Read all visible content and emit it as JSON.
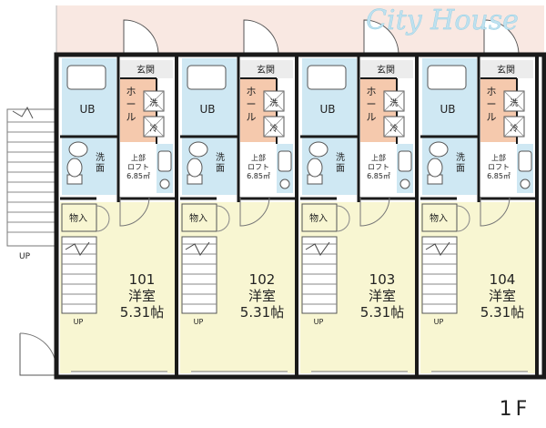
{
  "brand": {
    "watermark": "City House"
  },
  "floor_label": "1F",
  "outside_stair": {
    "label": "UP"
  },
  "units": [
    {
      "number": "101",
      "room_type": "洋室",
      "room_area": "5.31帖",
      "bath": "UB",
      "entrance": "玄関",
      "hall": "ホール",
      "washroom": "洗面",
      "laundry": "洗",
      "fridge": "冷",
      "loft_label": "上部\nロフト",
      "loft_area": "6.85㎡",
      "closet": "物入",
      "stair_label": "UP"
    },
    {
      "number": "102",
      "room_type": "洋室",
      "room_area": "5.31帖",
      "bath": "UB",
      "entrance": "玄関",
      "hall": "ホール",
      "washroom": "洗面",
      "laundry": "洗",
      "fridge": "冷",
      "loft_label": "上部\nロフト",
      "loft_area": "6.85㎡",
      "closet": "物入",
      "stair_label": "UP"
    },
    {
      "number": "103",
      "room_type": "洋室",
      "room_area": "5.31帖",
      "bath": "UB",
      "entrance": "玄関",
      "hall": "ホール",
      "washroom": "洗面",
      "laundry": "洗",
      "fridge": "冷",
      "loft_label": "上部\nロフト",
      "loft_area": "6.85㎡",
      "closet": "物入",
      "stair_label": "UP"
    },
    {
      "number": "104",
      "room_type": "洋室",
      "room_area": "5.31帖",
      "bath": "UB",
      "entrance": "玄関",
      "hall": "ホール",
      "washroom": "洗面",
      "laundry": "洗",
      "fridge": "冷",
      "loft_label": "上部\nロフト",
      "loft_area": "6.85㎡",
      "closet": "物入",
      "stair_label": "UP"
    }
  ],
  "colors": {
    "corridor": "#f9e8e2",
    "wet_area": "#cfe8f3",
    "hall": "#f5c9ad",
    "living": "#f8f6d2",
    "wall": "#1a1a1a"
  }
}
